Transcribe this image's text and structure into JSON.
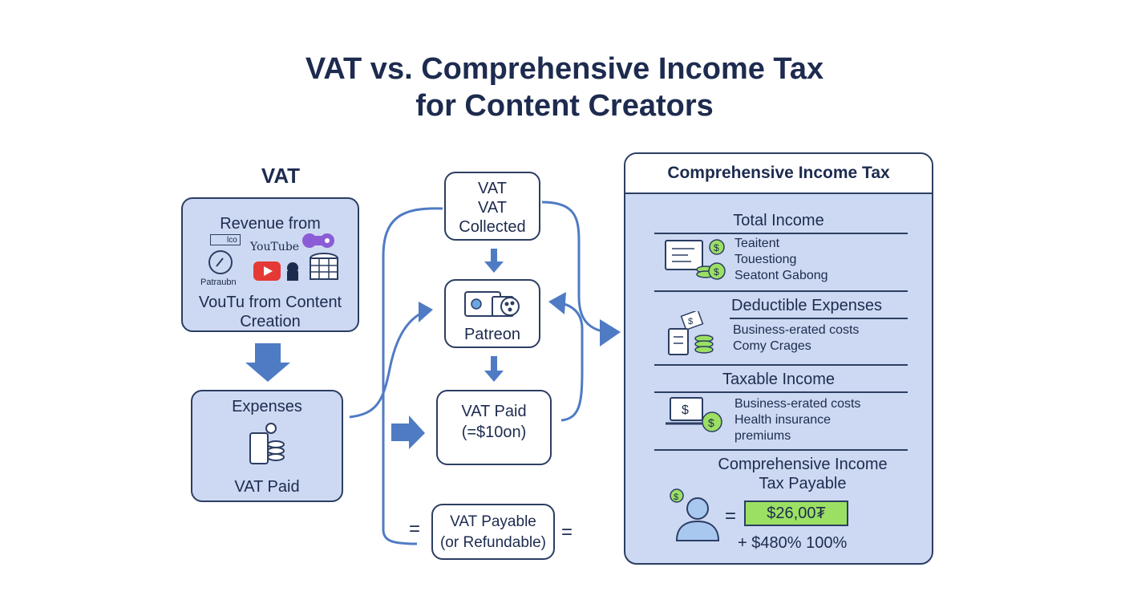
{
  "title": {
    "line1": "VAT vs. Comprehensive Income Tax",
    "line2": "for Content Creators"
  },
  "vat_section": {
    "heading": "VAT",
    "revenue_box": {
      "line1": "Revenue from",
      "line2": "VouTu from Content",
      "line3": "Creation",
      "icon_texts": {
        "youtube": "YouTube",
        "patreon": "Patraubn",
        "small_badge": "lco"
      }
    },
    "expenses_box": {
      "title": "Expenses",
      "footer": "VAT Paid"
    }
  },
  "flow": {
    "collected_box": {
      "line1": "VAT",
      "line2": "VAT",
      "line3": "Collected"
    },
    "patreon_box": {
      "label": "Patreon"
    },
    "paid_box": {
      "line1": "VAT Paid",
      "line2": "(=$10on)"
    },
    "payable_box": {
      "line1": "VAT Payable",
      "line2": "(or Refundable)"
    },
    "equals_left": "=",
    "equals_right": "="
  },
  "cit_panel": {
    "title": "Comprehensive Income Tax",
    "total_income": {
      "heading": "Total Income",
      "items": [
        "Teaitent",
        "Touestiong",
        "Seatont Gabong"
      ]
    },
    "deductible": {
      "heading": "Deductible Expenses",
      "items": [
        "Business-erated costs",
        "Comy Crages"
      ]
    },
    "taxable": {
      "heading": "Taxable Income",
      "items": [
        "Business-erated costs",
        "Health insurance",
        "premiums"
      ]
    },
    "payable": {
      "heading_line1": "Comprehensive Income",
      "heading_line2": "Tax Payable",
      "equals": "=",
      "amount": "$26,00₮",
      "note": "+ $480% 100%"
    }
  },
  "colors": {
    "navy": "#1d2b4f",
    "box_fill": "#cdd9f2",
    "arrow": "#4f7bc4",
    "amount_fill": "#9be063",
    "youtube_red": "#e53935",
    "purple": "#8b5cd6"
  }
}
